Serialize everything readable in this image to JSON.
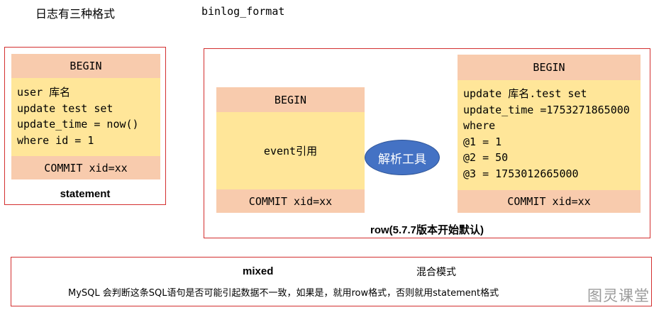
{
  "header": {
    "title": "日志有三种格式",
    "param": "binlog_format"
  },
  "statement": {
    "begin": "BEGIN",
    "lines": [
      "user 库名",
      "update test set",
      "update_time = now()",
      "where id = 1"
    ],
    "commit": "COMMIT xid=xx",
    "caption": "statement"
  },
  "row": {
    "left": {
      "begin": "BEGIN",
      "event": "event引用",
      "commit": "COMMIT xid=xx"
    },
    "tool": "解析工具",
    "right": {
      "begin": "BEGIN",
      "lines": [
        "update 库名.test set",
        "update_time =1753271865000",
        "where",
        "@1 = 1",
        "@2 = 50",
        "@3 = 1753012665000"
      ],
      "commit": "COMMIT xid=xx"
    },
    "caption": "row(5.7.7版本开始默认)"
  },
  "mixed": {
    "title": "mixed",
    "subtitle": "混合模式",
    "description": "MySQL 会判断这条SQL语句是否可能引起数据不一致，如果是，就用row格式，否则就用statement格式"
  },
  "watermark": "图灵课堂",
  "colors": {
    "border": "#d32f2f",
    "peach": "#f8cbad",
    "yellow": "#ffe699",
    "ellipse": "#4472c4"
  }
}
